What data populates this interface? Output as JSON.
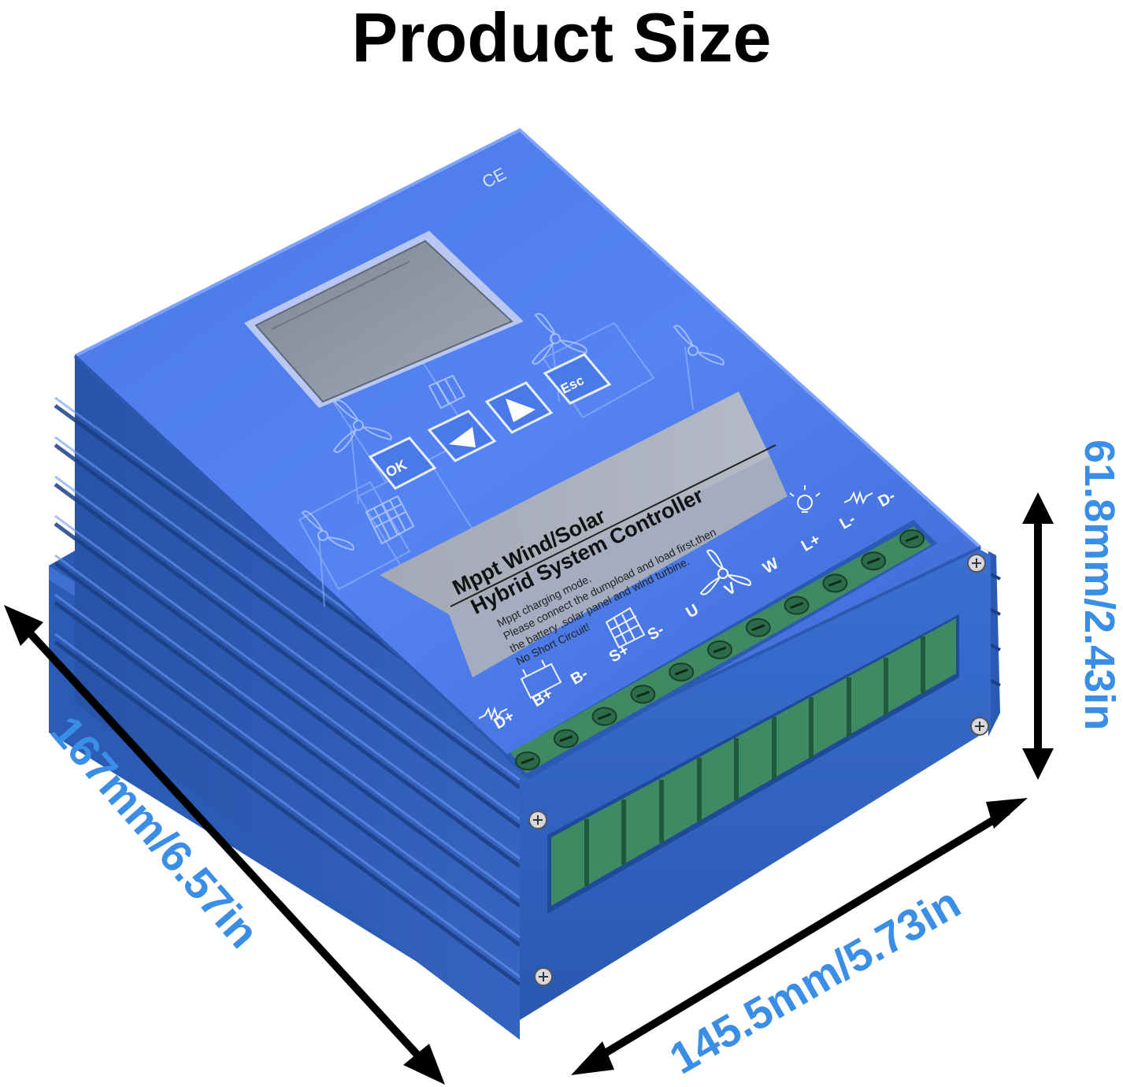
{
  "title": "Product Size",
  "device": {
    "logo_mark": "CE",
    "label_title_line1": "Mppt Wind/Solar",
    "label_title_line2": "Hybrid System Controller",
    "label_note_line1": "Mppt charging mode.",
    "label_note_line2": "Please connect the dumpload and load first,then",
    "label_note_line3": "the battery ,solar panel and wind turbine.",
    "label_note_line4": "No Short Circuit!",
    "button_ok": "OK",
    "button_esc": "Esc",
    "terminals": [
      "D+",
      "B+",
      "B-",
      "S+",
      "S-",
      "U",
      "V",
      "W",
      "L+",
      "L-",
      "D-"
    ]
  },
  "dimensions": {
    "length": "167mm/6.57in",
    "width": "145.5mm/5.73in",
    "height": "61.8mm/2.43in"
  },
  "colors": {
    "dimension_text": "#3a8ee6",
    "case_top": "#4d7ff0",
    "case_side": "#2e5fb8",
    "terminal_green": "#3c8a60",
    "arrow": "#000000"
  },
  "icons": [
    "fan-icon",
    "solar-panel-icon",
    "battery-icon",
    "bulb-icon",
    "resistor-icon"
  ]
}
